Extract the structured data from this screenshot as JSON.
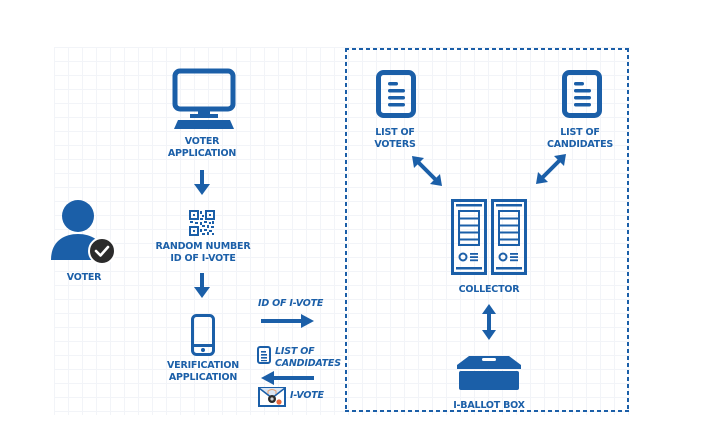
{
  "colors": {
    "primary": "#1b5fa8",
    "badge": "#2b2b2b",
    "envelope_accent": "#e8673a",
    "grid": "#f2f4f8"
  },
  "nodes": {
    "voter": {
      "label": "VOTER",
      "icon": "user-check-icon"
    },
    "voter_app": {
      "line1": "VOTER",
      "line2": "APPLICATION",
      "icon": "desktop-computer-icon"
    },
    "random_id": {
      "line1": "RANDOM NUMBER",
      "line2": "ID OF I-VOTE",
      "icon": "qr-code-icon"
    },
    "verification_app": {
      "line1": "VERIFICATION",
      "line2": "APPLICATION",
      "icon": "smartphone-icon"
    },
    "list_voters": {
      "line1": "LIST OF",
      "line2": "VOTERS",
      "icon": "document-list-icon"
    },
    "list_candidates": {
      "line1": "LIST OF",
      "line2": "CANDIDATES",
      "icon": "document-list-icon"
    },
    "collector": {
      "label": "COLLECTOR",
      "icon": "server-pair-icon"
    },
    "ballot_box": {
      "label": "I-BALLOT BOX",
      "icon": "ballot-box-icon"
    }
  },
  "flows": {
    "to_server": {
      "label": "ID OF I-VOTE"
    },
    "from_server_list": {
      "line1": "LIST OF",
      "line2": "CANDIDATES",
      "icon": "document-list-icon"
    },
    "from_server_vote": {
      "label": "I-VOTE",
      "icon": "sealed-envelope-icon"
    }
  }
}
